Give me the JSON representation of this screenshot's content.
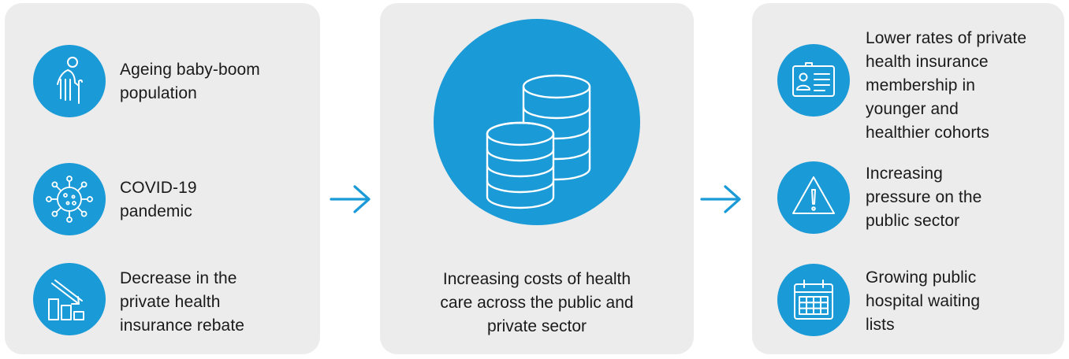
{
  "left_panel": {
    "items": [
      {
        "label_lines": [
          "Ageing baby-boom",
          "population"
        ],
        "icon": "elderly-person-icon"
      },
      {
        "label_lines": [
          "COVID-19",
          "pandemic"
        ],
        "icon": "virus-icon"
      },
      {
        "label_lines": [
          "Decrease in the",
          "private health",
          "insurance rebate"
        ],
        "icon": "decreasing-bar-chart-icon"
      }
    ]
  },
  "middle_panel": {
    "icon": "coin-stacks-icon",
    "label_lines": [
      "Increasing costs of health",
      "care across the public and",
      "private sector"
    ]
  },
  "right_panel": {
    "items": [
      {
        "label_lines": [
          "Lower rates of private",
          "health insurance",
          "membership in",
          "younger and",
          "healthier cohorts"
        ],
        "icon": "membership-card-icon"
      },
      {
        "label_lines": [
          "Increasing",
          "pressure on the",
          "public sector"
        ],
        "icon": "warning-triangle-icon"
      },
      {
        "label_lines": [
          "Growing public",
          "hospital waiting",
          "lists"
        ],
        "icon": "calendar-icon"
      }
    ]
  },
  "colors": {
    "accent": "#1a9ad6",
    "panel_bg": "#ececec",
    "text": "#1a1a1a"
  }
}
